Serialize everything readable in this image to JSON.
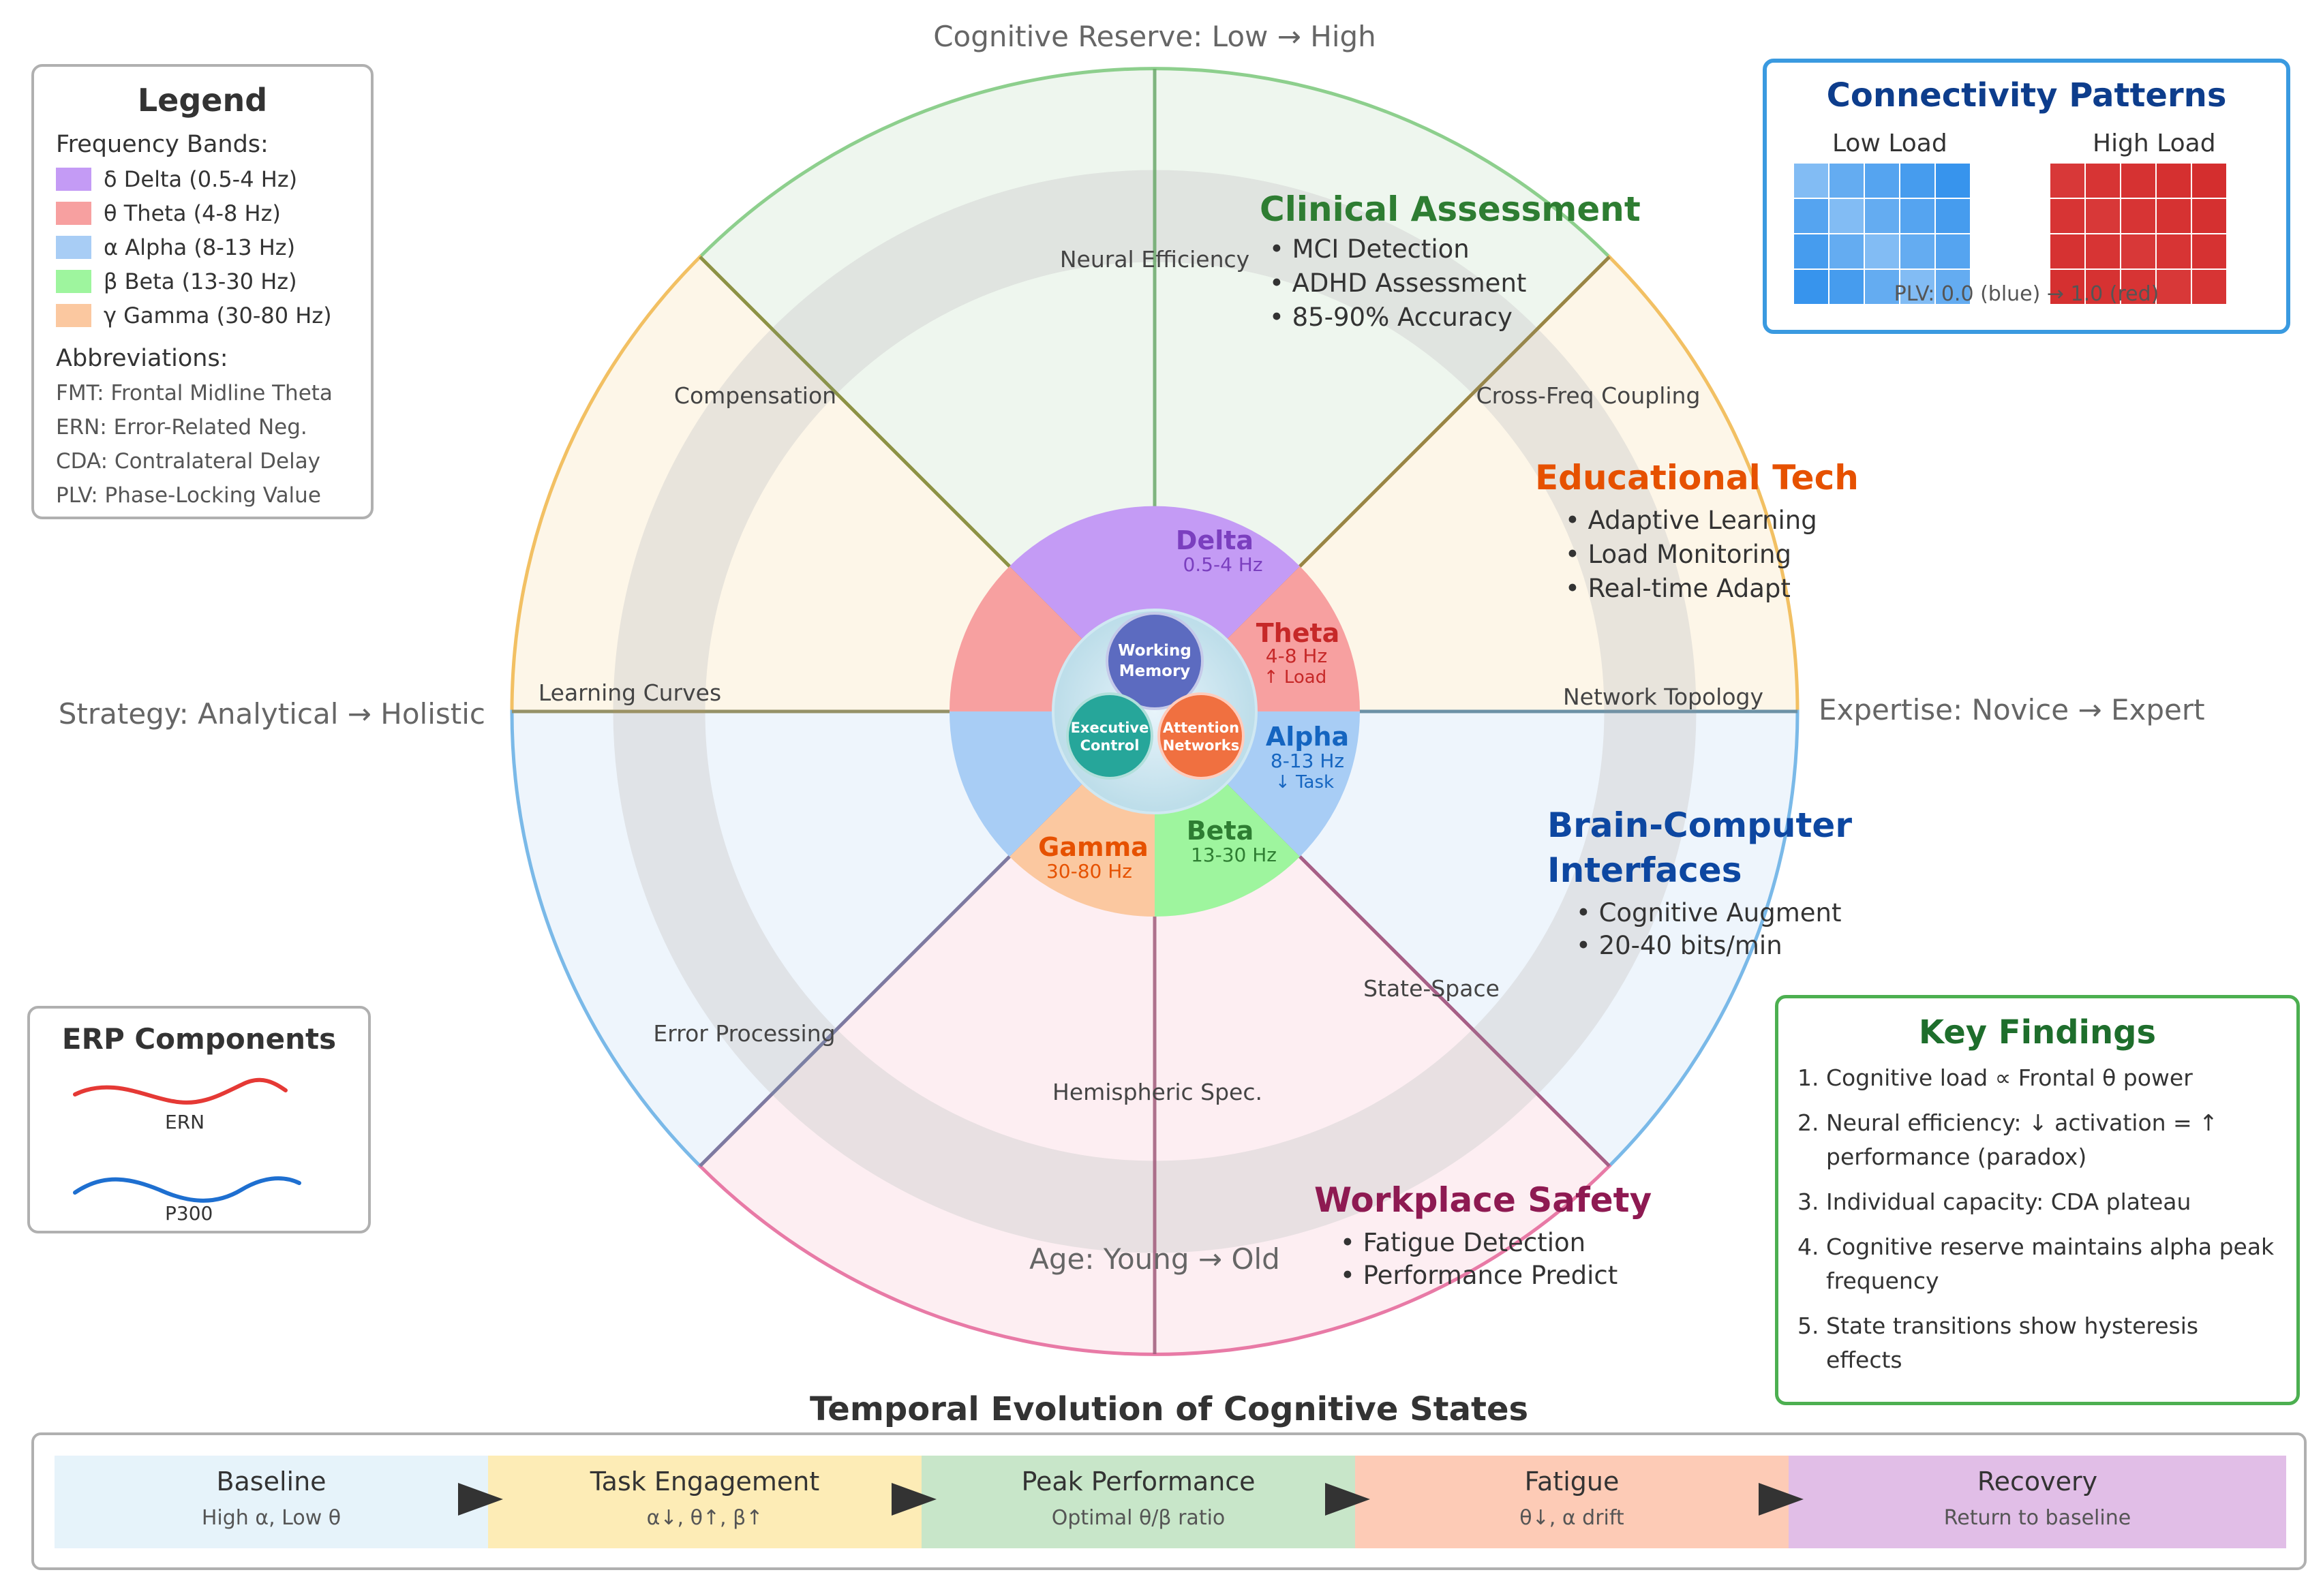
{
  "axes": {
    "top": "Cognitive Reserve: Low → High",
    "right": "Expertise: Novice → Expert",
    "left": "Strategy: Analytical → Holistic",
    "bottom": "Age: Young → Old"
  },
  "ring_labels": {
    "neural_efficiency": "Neural Efficiency",
    "compensation": "Compensation",
    "cross_freq": "Cross-Freq Coupling",
    "learning_curves": "Learning Curves",
    "network_topology": "Network Topology",
    "error_processing": "Error Processing",
    "state_space": "State-Space",
    "hemispheric": "Hemispheric Spec."
  },
  "applications": {
    "clinical": {
      "title": "Clinical Assessment",
      "items": [
        "• MCI Detection",
        "• ADHD Assessment",
        "• 85-90% Accuracy"
      ]
    },
    "edtech": {
      "title": "Educational Tech",
      "items": [
        "• Adaptive Learning",
        "• Load Monitoring",
        "• Real-time Adapt"
      ]
    },
    "bci": {
      "title_line1": "Brain-Computer",
      "title_line2": "Interfaces",
      "items": [
        "• Cognitive Augment",
        "• 20-40 bits/min"
      ]
    },
    "workplace": {
      "title": "Workplace Safety",
      "items": [
        "• Fatigue Detection",
        "• Performance Predict"
      ]
    }
  },
  "bands": {
    "delta": {
      "name": "Delta",
      "range": "0.5-4 Hz"
    },
    "theta": {
      "name": "Theta",
      "range": "4-8 Hz",
      "note": "↑ Load"
    },
    "alpha": {
      "name": "Alpha",
      "range": "8-13 Hz",
      "note": "↓ Task"
    },
    "beta": {
      "name": "Beta",
      "range": "13-30 Hz"
    },
    "gamma": {
      "name": "Gamma",
      "range": "30-80 Hz"
    }
  },
  "core": {
    "working_memory": [
      "Working",
      "Memory"
    ],
    "executive": [
      "Executive",
      "Control"
    ],
    "attention": [
      "Attention",
      "Networks"
    ]
  },
  "colors": {
    "delta": "#c49bf5",
    "theta": "#f7a0a0",
    "alpha": "#a8cdf5",
    "beta": "#9ef59e",
    "gamma": "#fbc8a0",
    "green": "#8dcf8d",
    "orange": "#f2c063",
    "blue": "#7ab9e8",
    "pink": "#e87aa6"
  },
  "legend": {
    "title": "Legend",
    "bands_heading": "Frequency Bands:",
    "bands": [
      {
        "label": "δ Delta (0.5-4 Hz)",
        "color": "#c49bf5"
      },
      {
        "label": "θ Theta (4-8 Hz)",
        "color": "#f7a0a0"
      },
      {
        "label": "α Alpha (8-13 Hz)",
        "color": "#a8cdf5"
      },
      {
        "label": "β Beta (13-30 Hz)",
        "color": "#9ef59e"
      },
      {
        "label": "γ Gamma (30-80 Hz)",
        "color": "#fbc8a0"
      }
    ],
    "abbr_heading": "Abbreviations:",
    "abbreviations": [
      "FMT: Frontal Midline Theta",
      "ERN: Error-Related Neg.",
      "CDA: Contralateral Delay",
      "PLV: Phase-Locking Value"
    ]
  },
  "connectivity": {
    "title": "Connectivity Patterns",
    "low_label": "Low Load",
    "high_label": "High Load",
    "note": "PLV: 0.0 (blue) → 1.0 (red)",
    "low_matrix": [
      [
        0.2,
        0.3,
        0.35,
        0.4,
        0.45
      ],
      [
        0.35,
        0.2,
        0.3,
        0.35,
        0.4
      ],
      [
        0.4,
        0.3,
        0.2,
        0.3,
        0.35
      ],
      [
        0.45,
        0.4,
        0.3,
        0.2,
        0.3
      ]
    ],
    "high_matrix": [
      [
        0.8,
        0.85,
        0.88,
        0.9,
        0.92
      ],
      [
        0.85,
        0.8,
        0.85,
        0.88,
        0.9
      ],
      [
        0.88,
        0.85,
        0.8,
        0.85,
        0.88
      ],
      [
        0.9,
        0.88,
        0.85,
        0.8,
        0.85
      ]
    ]
  },
  "erp": {
    "title": "ERP Components",
    "ern": "ERN",
    "p300": "P300"
  },
  "key_findings": {
    "title": "Key Findings",
    "items": [
      "Cognitive load ∝ Frontal θ power",
      "Neural efficiency: ↓ activation = ↑ performance (paradox)",
      "Individual capacity: CDA plateau",
      "Cognitive reserve maintains alpha peak frequency",
      "State transitions show hysteresis effects"
    ]
  },
  "timeline": {
    "title": "Temporal Evolution of Cognitive States",
    "stages": [
      {
        "title": "Baseline",
        "sub": "High α, Low θ",
        "color": "#e6f3fa"
      },
      {
        "title": "Task Engagement",
        "sub": "α↓, θ↑, β↑",
        "color": "#fdecb6"
      },
      {
        "title": "Peak Performance",
        "sub": "Optimal θ/β ratio",
        "color": "#c8e6c9"
      },
      {
        "title": "Fatigue",
        "sub": "θ↓, α drift",
        "color": "#fdcbb6"
      },
      {
        "title": "Recovery",
        "sub": "Return to baseline",
        "color": "#e1bee7"
      }
    ]
  }
}
